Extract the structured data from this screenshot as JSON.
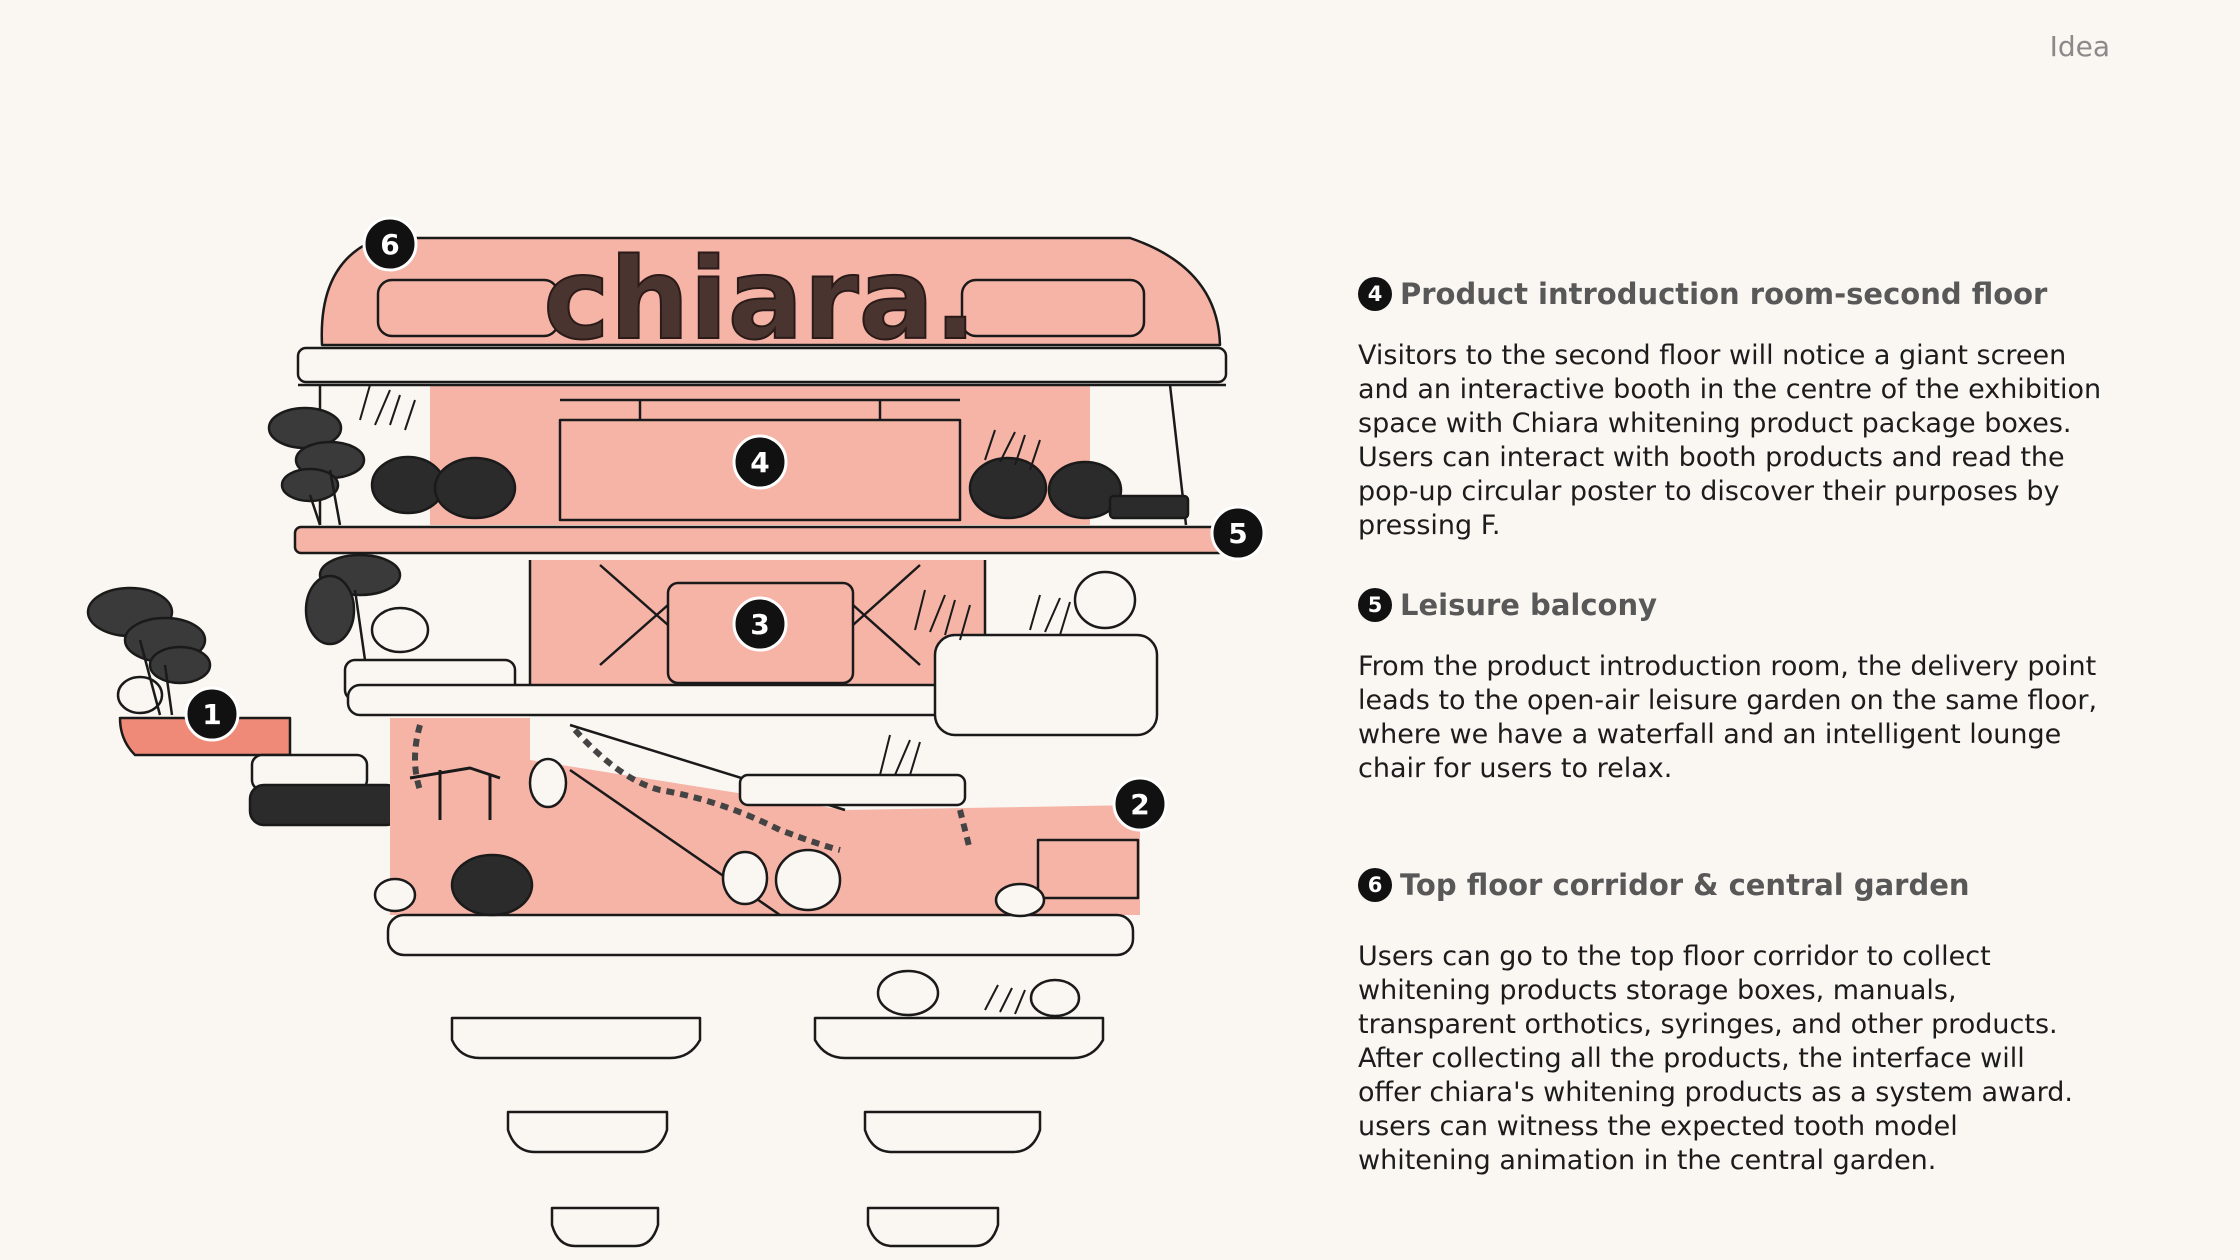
{
  "page_label": "Idea",
  "brand_sign": "chiara.",
  "markers": [
    "1",
    "2",
    "3",
    "4",
    "5",
    "6"
  ],
  "sections": [
    {
      "number": "4",
      "title": "Product introduction room-second floor",
      "body": "Visitors to the second floor will notice a giant screen\nand an interactive booth in the centre of the exhibition\nspace with Chiara whitening product package boxes.\nUsers can interact with booth products and read the\npop-up circular poster to discover their purposes by\npressing F."
    },
    {
      "number": "5",
      "title": "Leisure balcony",
      "body": "From the product introduction room, the delivery point\nleads to the open-air leisure garden on the same floor,\nwhere we have a waterfall and an intelligent lounge\nchair for users to relax."
    },
    {
      "number": "6",
      "title": "Top floor corridor & central garden",
      "body": "Users can go to the top floor corridor to collect\nwhitening products storage boxes, manuals,\ntransparent orthotics, syringes, and other products.\nAfter collecting all the products, the interface will\noffer chiara's whitening products as a system award.\nusers can witness the expected tooth model\nwhitening animation in the central garden."
    }
  ],
  "colors": {
    "background": "#faf6f1",
    "pink": "#f6b4a7",
    "salmon": "#f08a78",
    "ink": "#1a1a1a"
  }
}
